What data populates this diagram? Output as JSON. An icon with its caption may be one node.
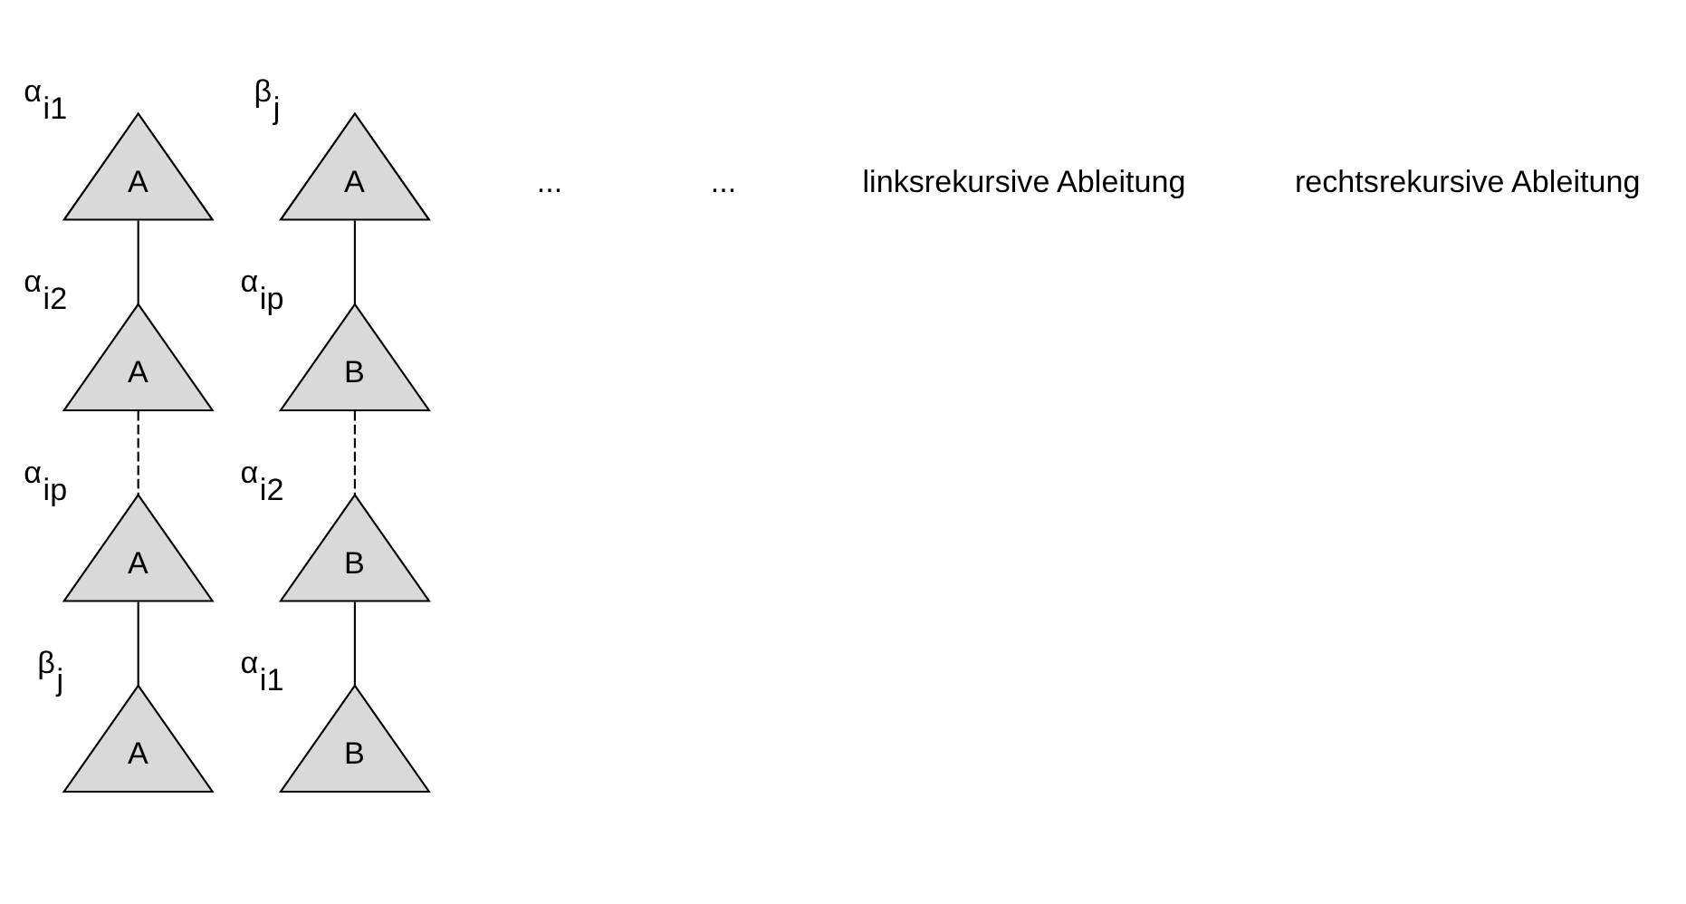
{
  "diagram": {
    "nodes": [
      {
        "text": [
          "A"
        ],
        "beside": [
          "α$_{i1}$"
        ]
      },
      {
        "text": [
          "A"
        ],
        "beside": [
          "α$_{i2}$"
        ]
      },
      {
        "text": [
          "A"
        ],
        "beside": [
          "α$_{ip}$"
        ]
      },
      {
        "text": [
          "A"
        ],
        "beside": [
          "β$_{j}$"
        ]
      },
      {
        "text": [
          "A"
        ],
        "beside": [
          "β$_{j}$"
        ]
      },
      {
        "text": [
          "B"
        ],
        "beside": [
          "α$_{ip}$"
        ]
      },
      {
        "text": [
          "B"
        ],
        "beside": [
          "α$_{i2}$"
        ]
      },
      {
        "text": [
          "B"
        ],
        "beside": [
          "α$_{i1}$"
        ]
      }
    ],
    "edges": [
      {
        "from": 0,
        "to": 1,
        "arrow": "none"
      },
      {
        "from": 1,
        "to": 2,
        "arrow": "none",
        "style": "dashed"
      },
      {
        "from": 2,
        "to": 3,
        "arrow": "none"
      },
      {
        "from": 4,
        "to": 5,
        "arrow": "none"
      },
      {
        "from": 5,
        "to": 6,
        "arrow": "none",
        "style": "dashed"
      },
      {
        "from": 6,
        "to": 7,
        "arrow": "none"
      }
    ],
    "labels": [
      "...",
      "...",
      "linksrekursive Ableitung",
      "rechtsrekursive Ableitung"
    ]
  }
}
